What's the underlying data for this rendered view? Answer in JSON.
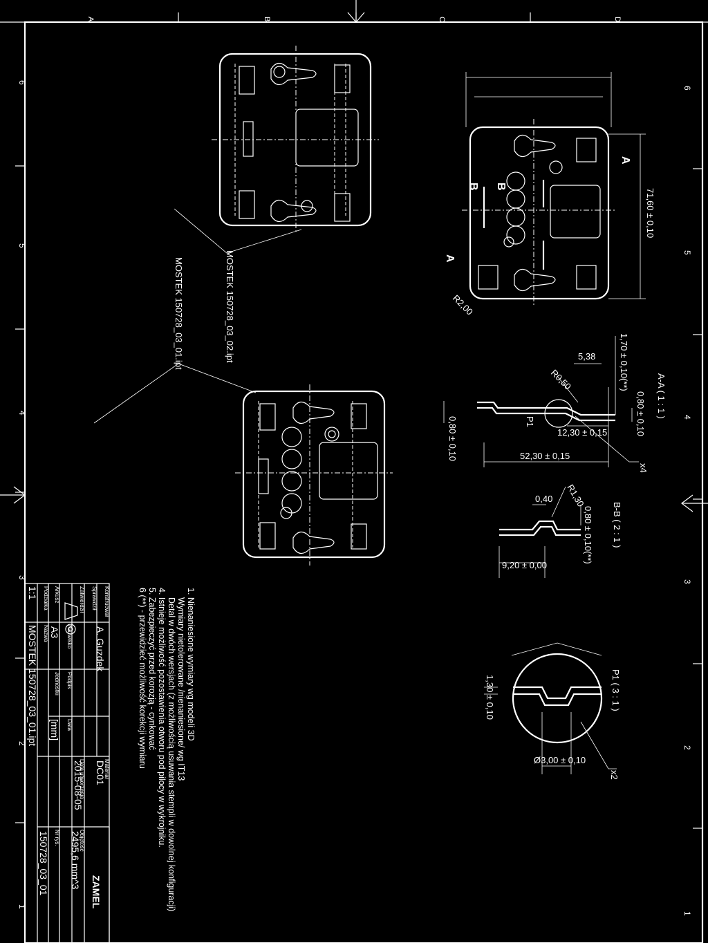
{
  "border": {
    "letters": [
      "A",
      "B",
      "C",
      "D"
    ],
    "numbers": [
      "6",
      "5",
      "4",
      "3",
      "2",
      "1"
    ]
  },
  "part_labels": {
    "part_02": "MOSTEK 150728_03_02.ipt",
    "part_01": "MOSTEK 150728_03_01.ipt"
  },
  "views": {
    "section_aa": "A-A ( 1 : 1 )",
    "section_bb": "B-B ( 2 : 1 )",
    "detail_p1": "P1 ( 3 : 1 )",
    "cut_a": "A",
    "cut_b": "B",
    "detail_marker": "P1"
  },
  "dimensions": {
    "width": "71,60 ± 0,10",
    "radius_corner": "R2,00",
    "thickness_aa": "0,80 ± 0,10",
    "step_aa": "1,70 ± 0,10(**)",
    "small_538": "5,38",
    "radius_050": "R0,50",
    "dist_1230": "12,30 ± 0,15",
    "dist_5230": "52,30 ± 0,15",
    "thickness_side": "0,80 ± 0,10",
    "count_x4": "x4",
    "bb_040": "0,40",
    "bb_r130": "R1,30",
    "bb_thickness": "0,80 ± 0,10(**)",
    "bb_920": "9,20 ± 0,00",
    "p1_130": "1,30 ± 0,10",
    "p1_dia": "Ø3,00 ± 0,10",
    "count_x2": "x2"
  },
  "notes": [
    "1. Nienaniesione wymiary wg modeli 3D",
    "Wymiary nietolerowane /nienaniesione/ wg IT13",
    "Detal w dwóch wersjach (z możliwością usuwania stempli w dowolnej konfiguracji)",
    "4. Istnieje możliwość pozostawienia otworu pod pilocy w wykrojniku.",
    "5. Zabezpieczyć przed korozją - cynkować",
    "6 (**) - przewidzieć możliwość korekcji wymiaru"
  ],
  "title_block": {
    "company": "ZAMEL",
    "konstruowal_label": "Konstruował",
    "sprawdzil_label": "Sprawdził",
    "zatwierdzil_label": "Zatwierdził",
    "arkusz_label": "Arkusz",
    "podzialka_label": "Podziałka",
    "nazwa_label": "Nazwa",
    "nazwisko_label": "Nazwisko",
    "podpis_label": "Podpis",
    "data_label": "Data",
    "jednostki_label": "Jednostki",
    "material_label": "Materiał",
    "data_utworzenia_label": "Data utworzenia",
    "objetosc_label": "Objętość",
    "nr_rys_label": "Nr rys.",
    "author": "A. Guzdek",
    "sheet_size": "A3",
    "scale": "1:1",
    "name": "MOSTEK 150728_03_01.ipt",
    "units": "[mm]",
    "material": "DC01",
    "created": "2015-08-05",
    "volume": "2495,6 mm^3",
    "drawing_no": "150728_03_01"
  }
}
